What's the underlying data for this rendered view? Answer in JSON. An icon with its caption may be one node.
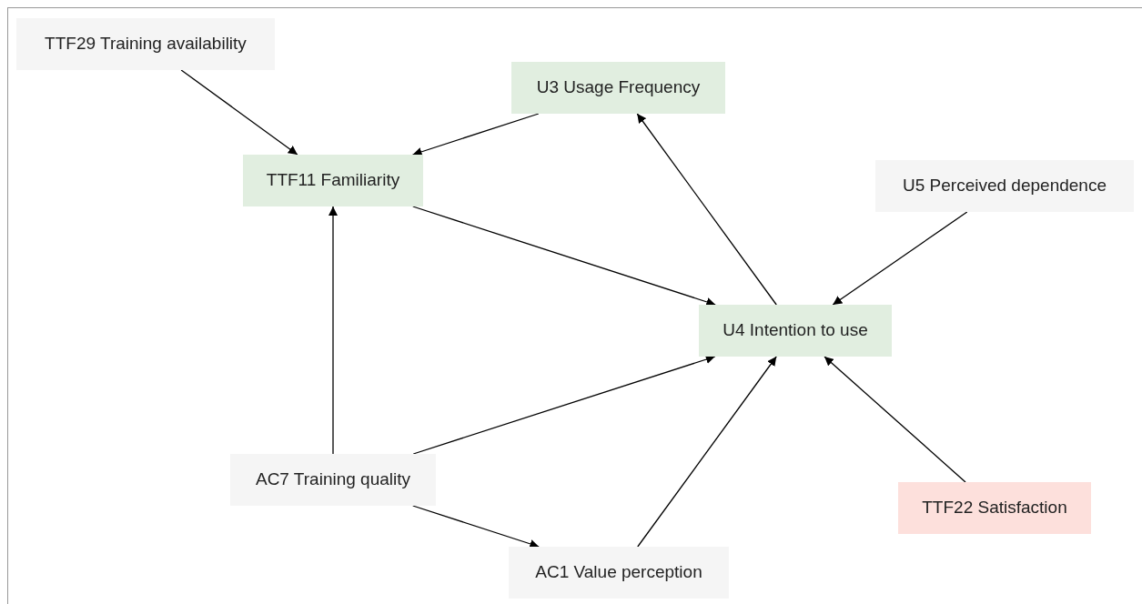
{
  "diagram": {
    "nodes": [
      {
        "text": [
          "TTF29 Training availability"
        ]
      },
      {
        "text": [
          "U3 Usage Frequency"
        ]
      },
      {
        "text": [
          "TTF11 Familiarity"
        ]
      },
      {
        "text": [
          "U5 Perceived dependence"
        ]
      },
      {
        "text": [
          "U4 Intention to use"
        ]
      },
      {
        "text": [
          "AC7 Training quality"
        ]
      },
      {
        "text": [
          "TTF22 Satisfaction"
        ]
      },
      {
        "text": [
          "AC1 Value perception"
        ]
      }
    ],
    "edges": [
      {
        "from": 0,
        "to": 2,
        "arrow": "to"
      },
      {
        "from": 1,
        "to": 2,
        "arrow": "to"
      },
      {
        "from": 2,
        "to": 4,
        "arrow": "to"
      },
      {
        "from": 4,
        "to": 1,
        "arrow": "to"
      },
      {
        "from": 3,
        "to": 4,
        "arrow": "to"
      },
      {
        "from": 5,
        "to": 2,
        "arrow": "to"
      },
      {
        "from": 5,
        "to": 4,
        "arrow": "to"
      },
      {
        "from": 7,
        "to": 4,
        "arrow": "to"
      },
      {
        "from": 6,
        "to": 4,
        "arrow": "to"
      },
      {
        "from": 5,
        "to": 7,
        "arrow": "to"
      }
    ]
  }
}
